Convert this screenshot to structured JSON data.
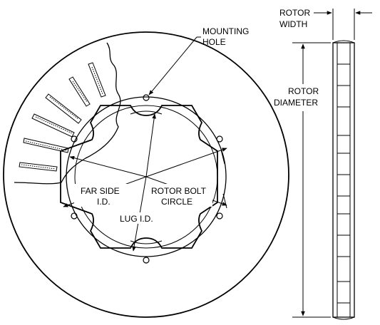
{
  "labels": {
    "mounting_hole_1": "MOUNTING",
    "mounting_hole_2": "HOLE",
    "far_side_id_1": "FAR SIDE",
    "far_side_id_2": "I.D.",
    "rotor_bolt_circle_1": "ROTOR BOLT",
    "rotor_bolt_circle_2": "CIRCLE",
    "lug_id": "LUG I.D.",
    "rotor_width_1": "ROTOR",
    "rotor_width_2": "WIDTH",
    "rotor_diameter_1": "ROTOR",
    "rotor_diameter_2": "DIAMETER"
  }
}
